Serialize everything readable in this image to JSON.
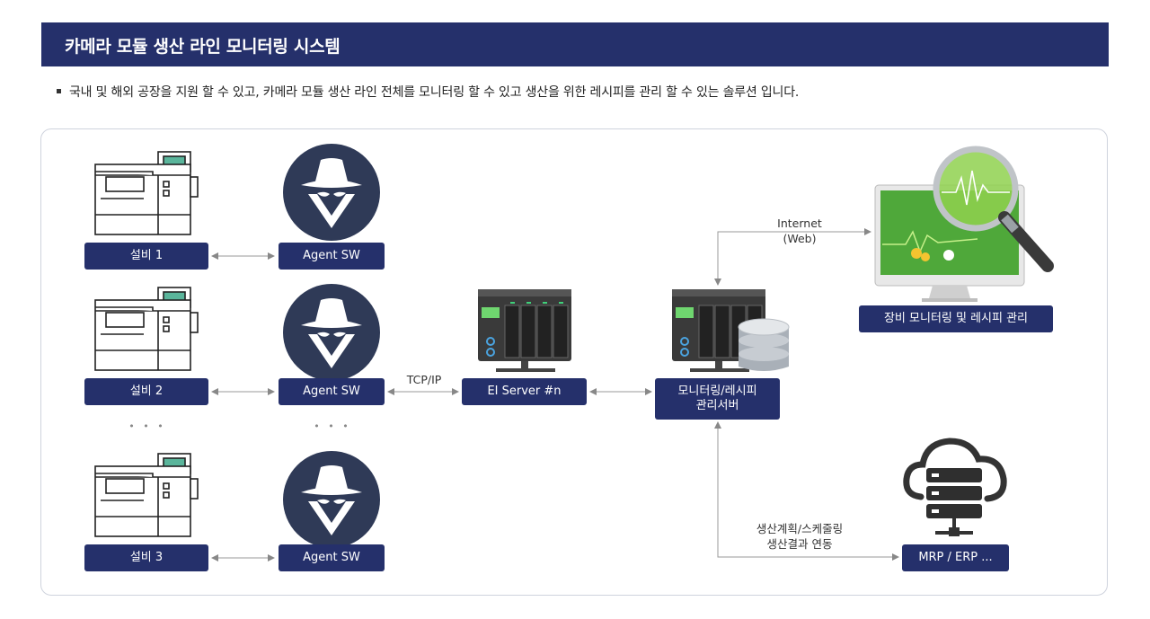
{
  "header": {
    "title": "카메라 모듈 생산 라인 모니터링 시스템"
  },
  "description": "국내 및 해외 공장을 지원 할 수 있고, 카메라 모듈 생산 라인 전체를 모니터링 할 수 있고 생산을 위한 레시피를 관리 할 수 있는 솔루션 입니다.",
  "equipment": {
    "e1": "설비 1",
    "e2": "설비 2",
    "e3": "설비 3",
    "ellipsis": "• • •"
  },
  "agents": {
    "a1": "Agent SW",
    "a2": "Agent SW",
    "a3": "Agent SW",
    "ellipsis": "• • •"
  },
  "connections": {
    "tcp": "TCP/IP",
    "internet_line1": "Internet",
    "internet_line2": "(Web)",
    "erp_line1": "생산계획/스케줄링",
    "erp_line2": "생산결과 연동"
  },
  "servers": {
    "ei": "EI Server #n",
    "mon_line1": "모니터링/레시피",
    "mon_line2": "관리서버"
  },
  "monitor": {
    "label": "장비 모니터링 및 레시피 관리"
  },
  "erp": {
    "label": "MRP / ERP ..."
  },
  "colors": {
    "navy": "#25306b",
    "agent_circle": "#2f3a57",
    "monitor_green": "#57b33a",
    "magnifier": "#8fd14f"
  }
}
